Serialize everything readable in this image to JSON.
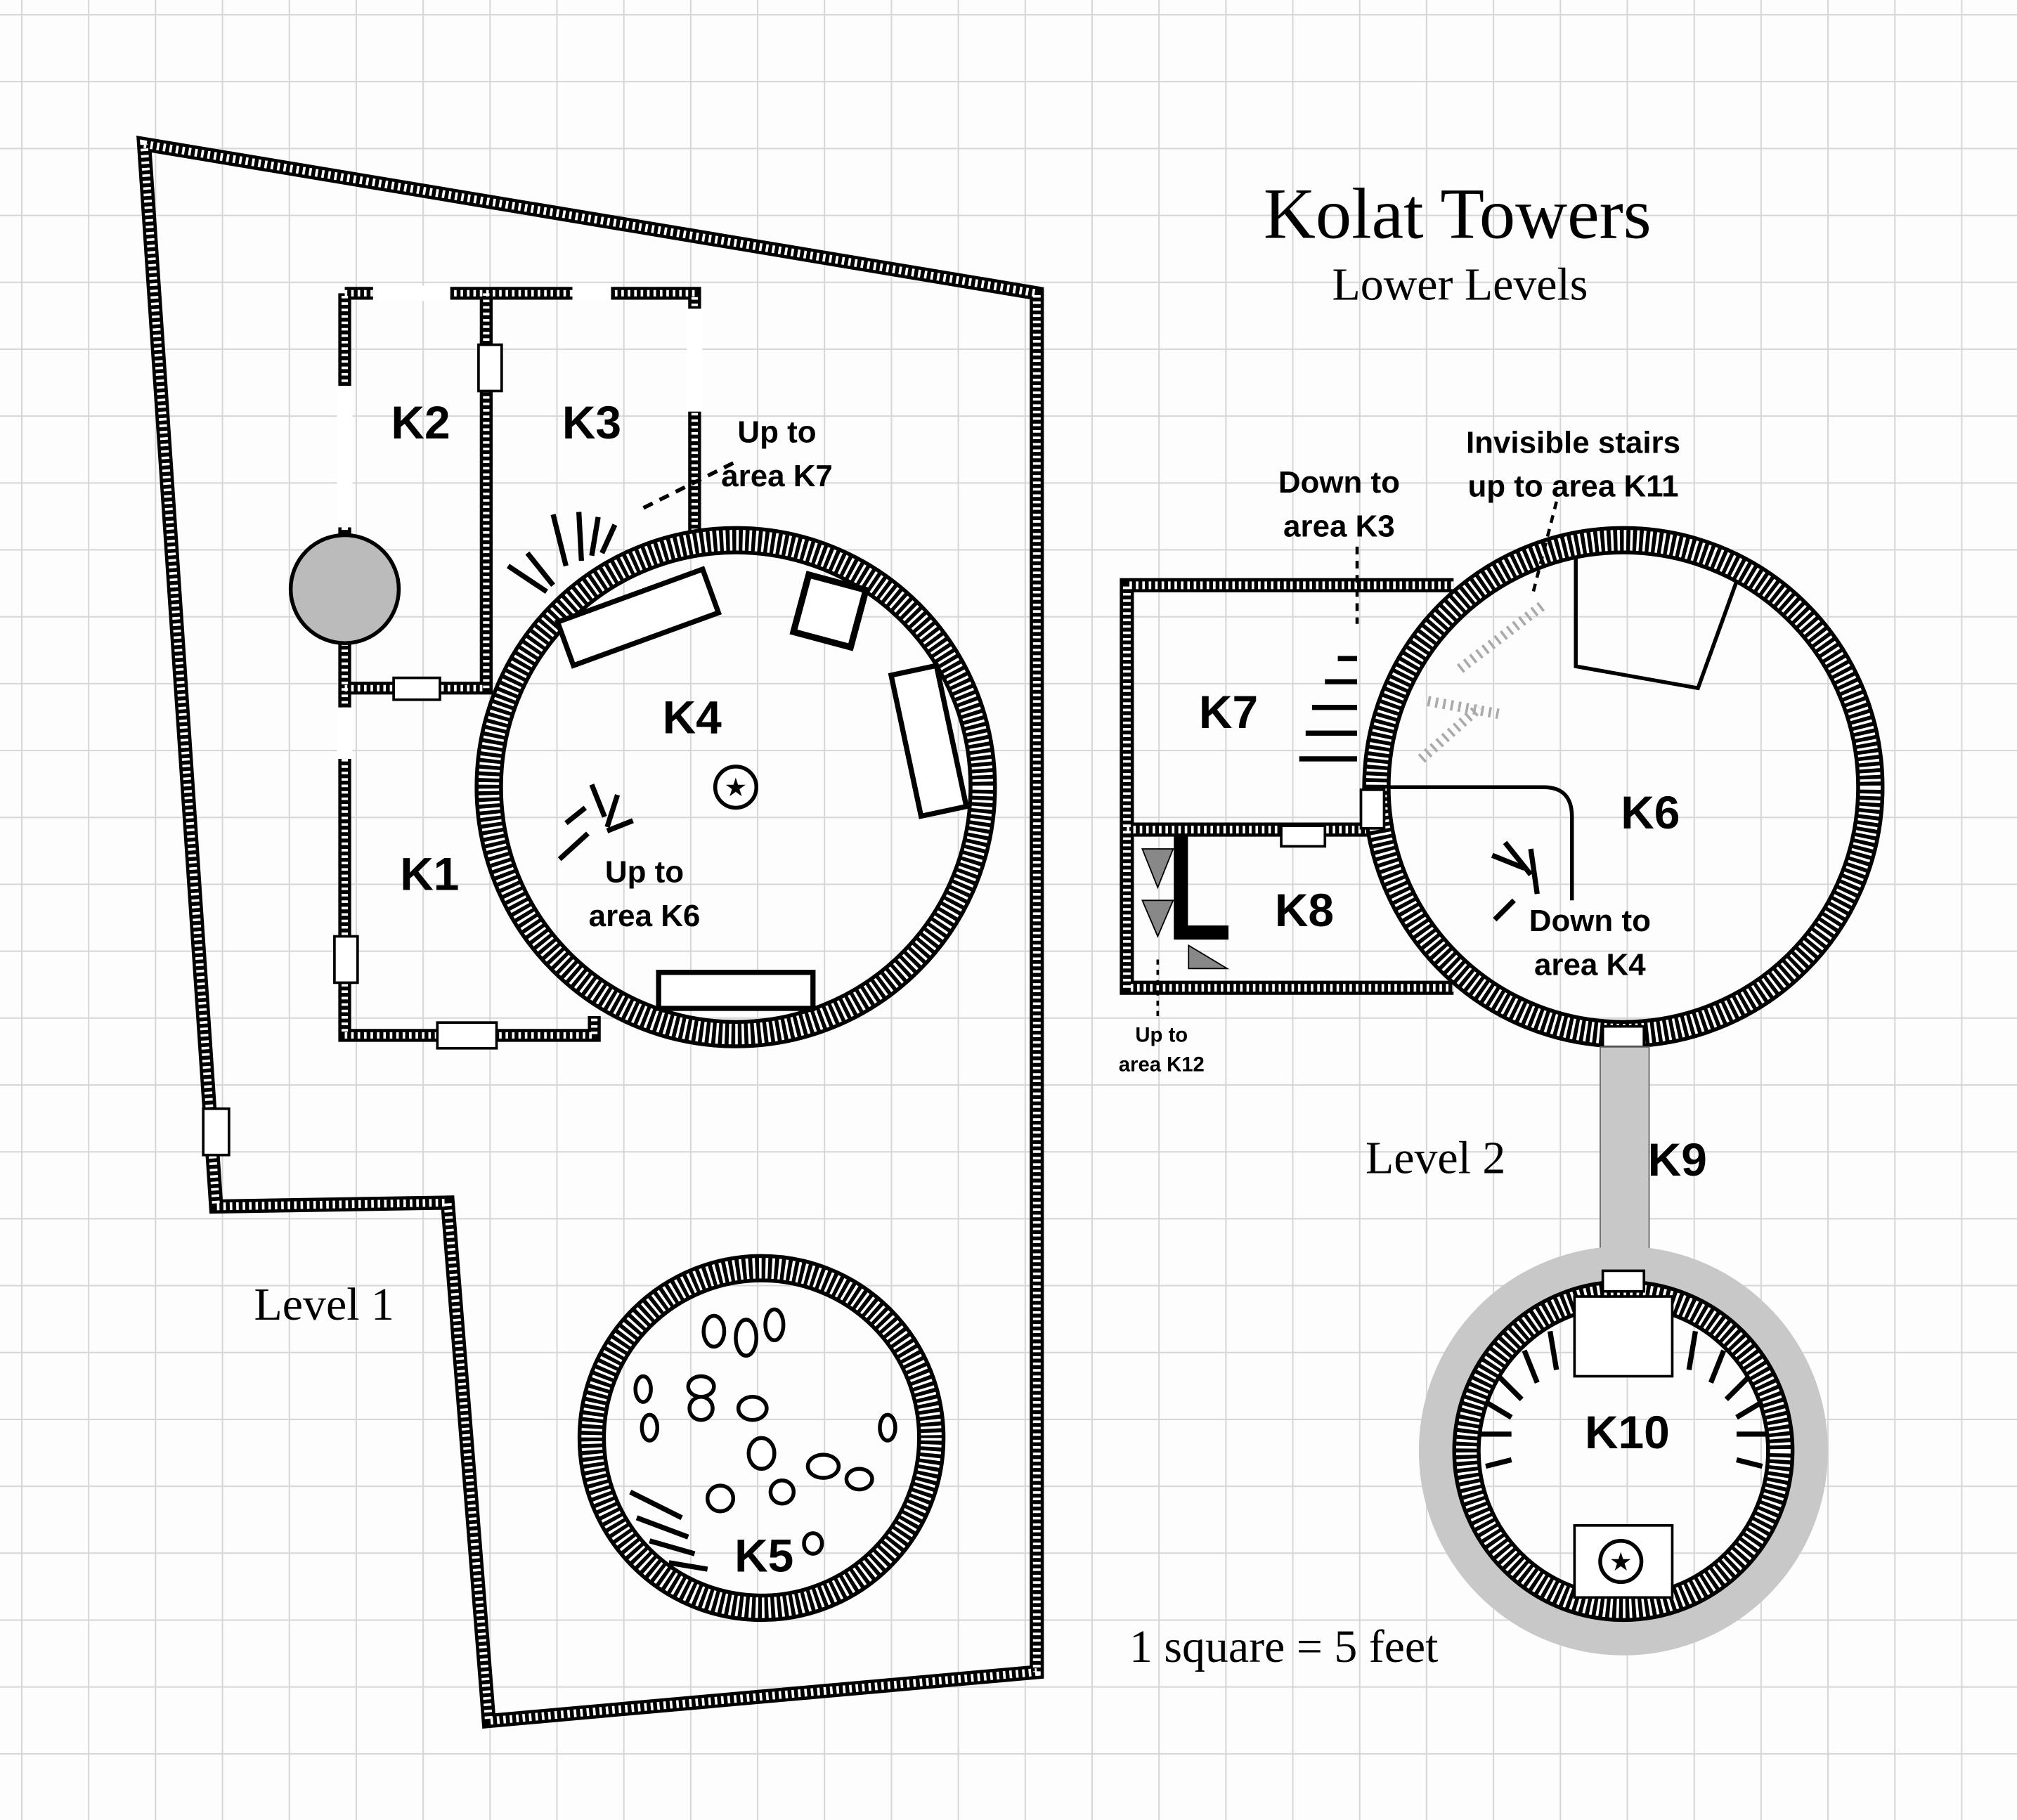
{
  "title": "Kolat Towers",
  "subtitle": "Lower Levels",
  "scale_note": "1 square = 5 feet",
  "levels": {
    "level1": "Level 1",
    "level2": "Level 2"
  },
  "areas": {
    "K1": "K1",
    "K2": "K2",
    "K3": "K3",
    "K4": "K4",
    "K5": "K5",
    "K6": "K6",
    "K7": "K7",
    "K8": "K8",
    "K9": "K9",
    "K10": "K10"
  },
  "notes": {
    "k3_up_l1": "Up to",
    "k3_up_l2": "area K7",
    "k4_up_l1": "Up to",
    "k4_up_l2": "area K6",
    "k7_down_l1": "Down to",
    "k7_down_l2": "area K3",
    "k6_inv_l1": "Invisible stairs",
    "k6_inv_l2": "up to area K11",
    "k6_down_l1": "Down to",
    "k6_down_l2": "area K4",
    "k8_up_l1": "Up to",
    "k8_up_l2": "area K12"
  }
}
